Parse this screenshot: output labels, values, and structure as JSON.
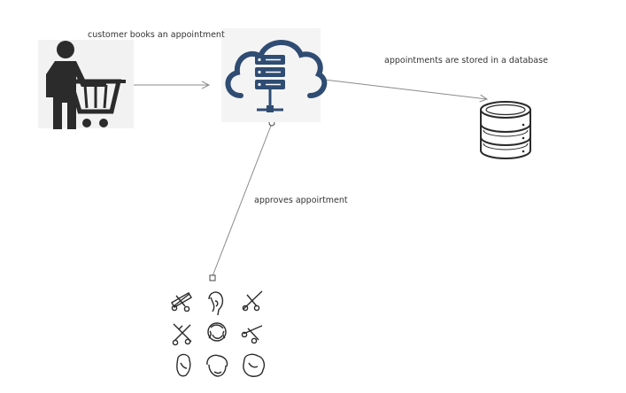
{
  "labels": {
    "customer_books": "customer books an appointment",
    "stored": "appointments are stored in a database",
    "approves": "approves appoirtment"
  },
  "colors": {
    "icon_dark": "#2b2b2b",
    "server_blue": "#2f4c73",
    "edge": "#8a8a8a",
    "icon_bg": "#f2f2f2"
  },
  "icons": {
    "customer": "customer-with-cart-icon",
    "server": "cloud-server-icon",
    "database": "database-icon",
    "salon": "salon-tools-icon-grid"
  }
}
